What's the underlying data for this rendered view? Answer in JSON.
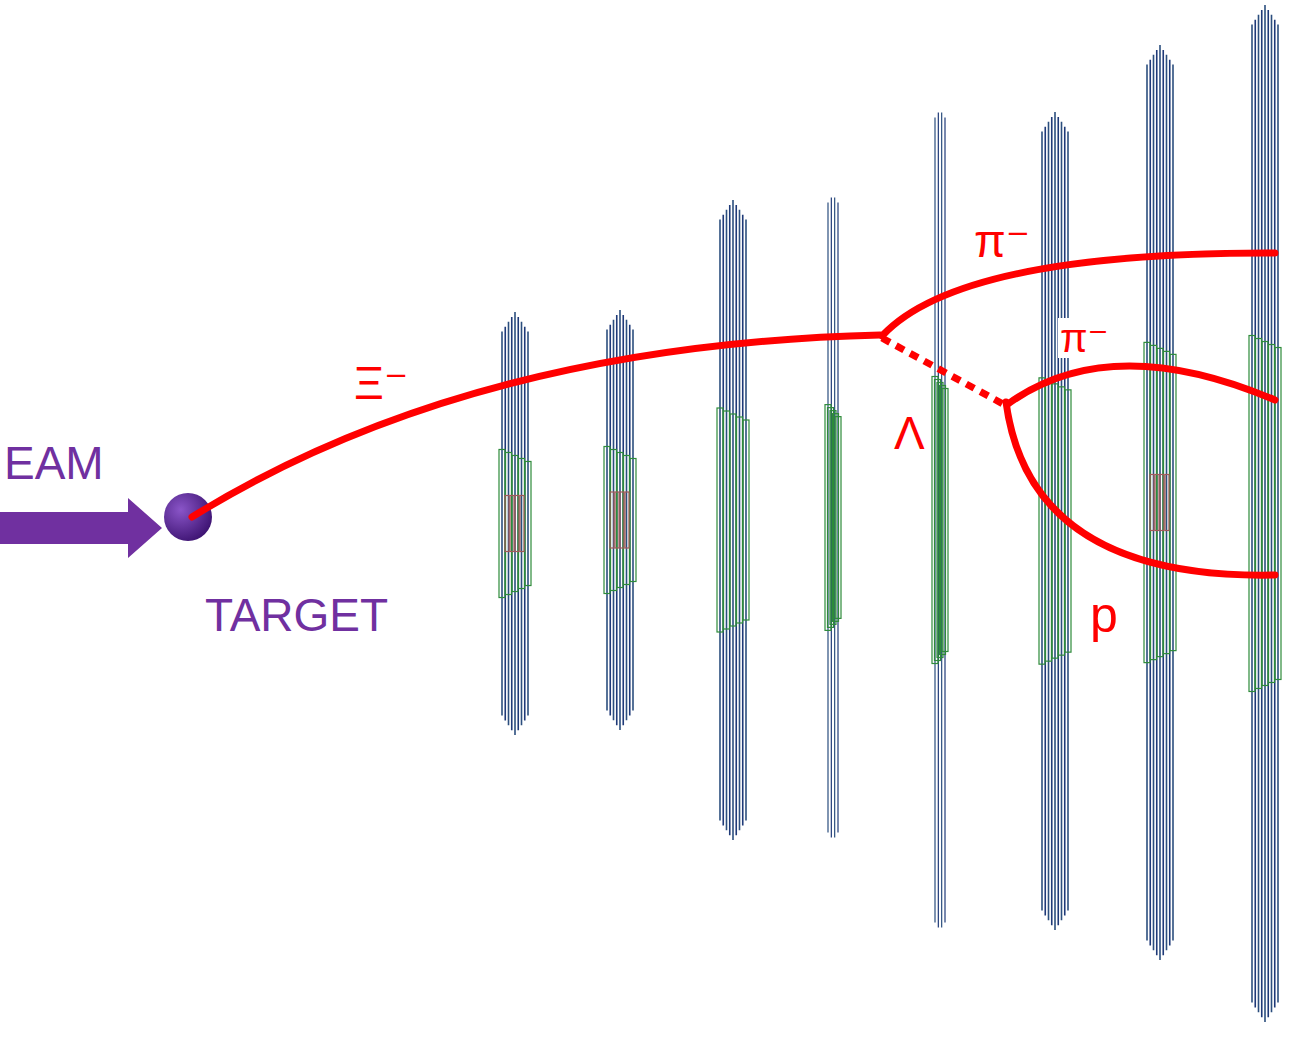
{
  "diagram": {
    "labels": [
      "EAM",
      "TARGET",
      "Ξ⁻",
      "π⁻",
      "π⁻",
      "Λ",
      "p"
    ]
  }
}
